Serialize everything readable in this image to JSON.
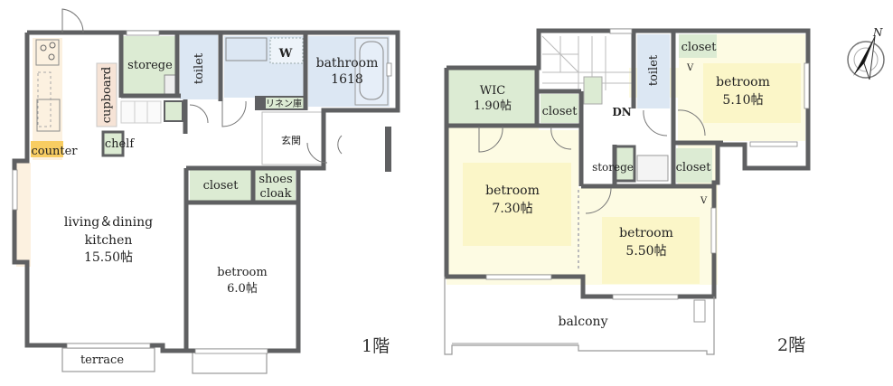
{
  "colors": {
    "wall": "#5f6062",
    "green_room": "#dcebd3",
    "blue_room": "#dce7f3",
    "yellow_room": "#fdfbe3",
    "yellow_highlight": "#fbf6c8",
    "kitchen": "#fcf1e0",
    "counter_tag": "#f8cd62",
    "white": "#ffffff"
  },
  "floor1": {
    "label": "1階",
    "rooms": {
      "storage": "storege",
      "toilet": "toilet",
      "washroom_mark": "W",
      "bathroom": "bathroom",
      "bathroom_size": "1618",
      "linen": "リネン庫",
      "entrance": "玄関",
      "cupboard": "cupboard",
      "shelf": "chelf",
      "counter": "counter",
      "closet": "closet",
      "shoes_line1": "shoes",
      "shoes_line2": "cloak",
      "ldk_line1": "living＆dining",
      "ldk_line2": "kitchen",
      "ldk_size": "15.50帖",
      "bedroom": "betroom",
      "bedroom_size": "6.0帖",
      "terrace": "terrace"
    }
  },
  "floor2": {
    "label": "2階",
    "rooms": {
      "wic": "WIC",
      "wic_size": "1.90帖",
      "closet_a": "closet",
      "stairs_dn": "DN",
      "toilet": "toilet",
      "closet_b": "closet",
      "bedroom_ne": "betroom",
      "bedroom_ne_size": "5.10帖",
      "storage": "storege",
      "closet_c": "closet",
      "bedroom_w": "betroom",
      "bedroom_w_size": "7.30帖",
      "bedroom_s": "betroom",
      "bedroom_s_size": "5.50帖",
      "balcony": "balcony"
    }
  },
  "compass": {
    "north_label": "N"
  }
}
